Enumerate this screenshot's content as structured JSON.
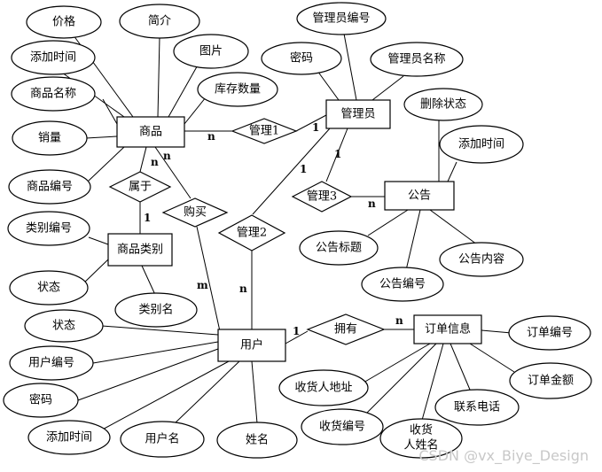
{
  "entities": {
    "goods": "商品",
    "admin": "管理员",
    "notice": "公告",
    "category": "商品类别",
    "user": "用户",
    "order": "订单信息"
  },
  "relations": {
    "admin1": "管理1",
    "admin2": "管理2",
    "admin3": "管理3",
    "belongs": "属于",
    "buy": "购买",
    "own": "拥有"
  },
  "attributes": {
    "goods_price": "价格",
    "goods_intro": "简介",
    "goods_image": "图片",
    "goods_addtime": "添加时间",
    "goods_stock": "库存数量",
    "goods_name": "商品名称",
    "goods_sales": "销量",
    "goods_no": "商品编号",
    "admin_no": "管理员编号",
    "admin_pwd": "密码",
    "admin_name": "管理员名称",
    "notice_deleted": "删除状态",
    "notice_addtime": "添加时间",
    "notice_title": "公告标题",
    "notice_content": "公告内容",
    "notice_no": "公告编号",
    "category_no": "类别编号",
    "category_status": "状态",
    "category_name": "类别名",
    "user_status": "状态",
    "user_no": "用户编号",
    "user_pwd": "密码",
    "user_addtime": "添加时间",
    "user_username": "用户名",
    "user_realname": "姓名",
    "order_no": "订单编号",
    "order_amount": "订单金额",
    "order_phone": "联系电话",
    "order_address": "收货人地址",
    "order_receiver_no": "收货编号",
    "order_receiver_name_1": "收货",
    "order_receiver_name_2": "人姓名"
  },
  "cardinalities": {
    "admin1_goods": "n",
    "admin1_admin": "1",
    "admin2_admin": "1",
    "admin2_user": "n",
    "admin3_notice": "n",
    "admin3_admin": "1",
    "belongs_goods": "n",
    "belongs_category": "1",
    "buy_goods": "n",
    "buy_user": "m",
    "own_user": "1",
    "own_order": "n"
  },
  "watermark": "CSDN @vx_Biye_Design"
}
